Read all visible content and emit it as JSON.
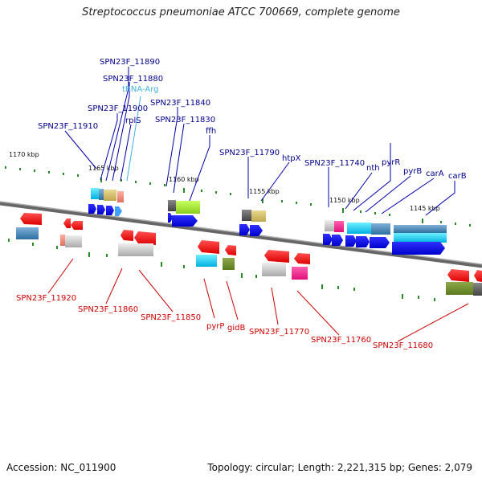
{
  "title": "Streptococcus pneumoniae ATCC 700669, complete genome",
  "footer": {
    "accession": "Accession: NC_011900",
    "topology": "Topology: circular; Length: 2,221,315 bp; Genes: 2,079"
  },
  "kbp_labels": [
    "1170 kbp",
    "1165 kbp",
    "1160 kbp",
    "1155 kbp",
    "1150 kbp",
    "1145 kbp"
  ],
  "upper_labels": {
    "spn11890": "SPN23F_11890",
    "spn11880": "SPN23F_11880",
    "trna_arg": "tRNA-Arg",
    "spn11900": "SPN23F_11900",
    "rpls": "rplS",
    "spn11910": "SPN23F_11910",
    "spn11840": "SPN23F_11840",
    "spn11830": "SPN23F_11830",
    "ffh": "ffh",
    "spn11790": "SPN23F_11790",
    "htpx": "htpX",
    "spn11740": "SPN23F_11740",
    "nth": "nth",
    "pyrr": "pyrR",
    "pyrb": "pyrB",
    "cara": "carA",
    "carb": "carB"
  },
  "lower_labels": {
    "spn11920": "SPN23F_11920",
    "spn11860": "SPN23F_11860",
    "spn11850": "SPN23F_11850",
    "pyrp": "pyrP",
    "gidb": "gidB",
    "spn11770": "SPN23F_11770",
    "spn11760": "SPN23F_11760",
    "spn11680": "SPN23F_11680"
  },
  "colors": {
    "upper_label": "#00008b",
    "lower_label": "#cc0000",
    "trna_label": "#3fb0e0",
    "forward_cds": "#0a0aee",
    "reverse_cds": "#ee0a0a",
    "backbone": "#777777"
  }
}
